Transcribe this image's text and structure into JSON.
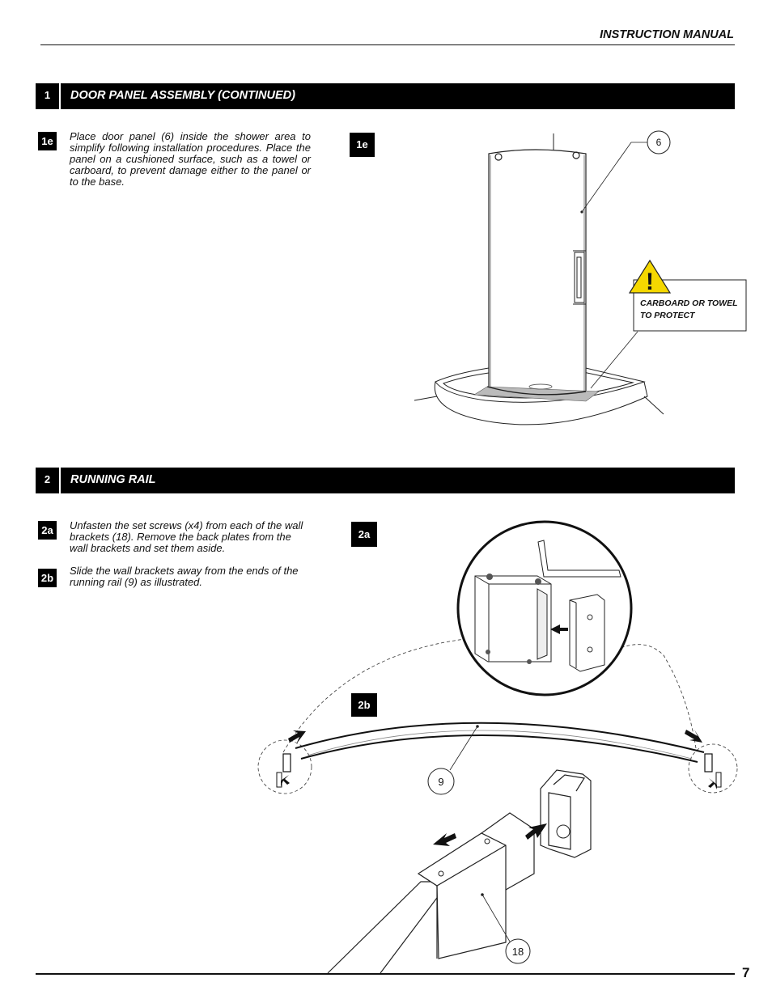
{
  "header": {
    "title": "INSTRUCTION MANUAL"
  },
  "sections": [
    {
      "number": "1",
      "title": "DOOR PANEL ASSEMBLY  (CONTINUED)",
      "steps": [
        {
          "badge": "1e",
          "text": "Place door panel (6) inside the shower area to simplify following installation procedures. Place the panel on a cushioned surface, such as a towel or carboard, to prevent damage either to the panel or to the base."
        }
      ],
      "figure": {
        "badge": "1e",
        "callouts": [
          "6"
        ],
        "warning": {
          "line1": "CARBOARD  OR  TOWEL",
          "line2": "TO PROTECT"
        }
      }
    },
    {
      "number": "2",
      "title": "RUNNING RAIL",
      "steps": [
        {
          "badge": "2a",
          "text": "Unfasten the set screws (x4) from each of the wall brackets (18). Remove the back plates from the wall brackets and set them aside."
        },
        {
          "badge": "2b",
          "text": "Slide the wall brackets away from the ends of the running rail (9) as illustrated."
        }
      ],
      "figure": {
        "badges": [
          "2a",
          "2b"
        ],
        "callouts": [
          "9",
          "18"
        ]
      }
    }
  ],
  "footer": {
    "page_number": "7"
  }
}
